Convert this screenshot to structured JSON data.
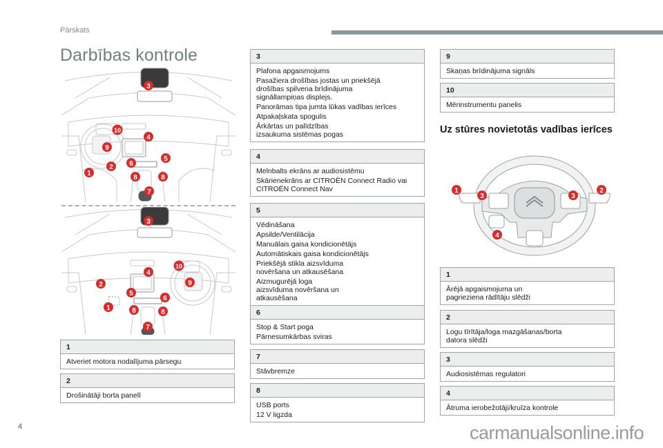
{
  "header": {
    "section_label": "Pārskats",
    "accent_bar_color": "#8c979c"
  },
  "page": {
    "title": "Darbības kontrole",
    "number": "4",
    "watermark": "carmanualsonline.info"
  },
  "illustrations": {
    "lhd_dashboard": {
      "icon": "car-interior-lhd-illustration",
      "markers": [
        "3",
        "10",
        "4",
        "9",
        "5",
        "6",
        "2",
        "1",
        "8",
        "8",
        "7"
      ]
    },
    "rhd_dashboard": {
      "icon": "car-interior-rhd-illustration",
      "markers": [
        "3",
        "10",
        "4",
        "9",
        "2",
        "5",
        "6",
        "1",
        "8",
        "8",
        "7"
      ]
    },
    "steering_wheel": {
      "icon": "steering-wheel-illustration",
      "markers": [
        "1",
        "3",
        "3",
        "2",
        "4"
      ]
    },
    "marker_color": "#d92b2b"
  },
  "dashboard_legend": [
    {
      "number": "1",
      "items": [
        "Atveriet motora nodalījuma pārsegu"
      ]
    },
    {
      "number": "2",
      "items": [
        "Drošinātāji borta panelī"
      ]
    },
    {
      "number": "3",
      "items": [
        "Plafona apgaismojums",
        "Pasažiera drošības jostas un priekšējā drošības spilvena brīdinājuma signāllampiņas displejs.",
        "Panorāmas tipa jumta lūkas vadības ierīces",
        "Atpakaļskata spogulis",
        "Ārkārtas un palīdzības izsaukuma sistēmas pogas"
      ]
    },
    {
      "number": "4",
      "items": [
        "Melnbalts ekrāns ar audiosistēmu",
        "Skārienekrāns ar CITROËN Connect Radio vai CITROËN Connect Nav"
      ]
    },
    {
      "number": "5",
      "items": [
        "Vēdināšana",
        "Apsilde/Ventilācija",
        "Manuālais gaisa kondicionētājs",
        "Automātiskais gaisa kondicionētājs",
        "Priekšējā stikla aizsvīduma novēršana un atkausēšana",
        "Aizmugurējā loga aizsvīduma novēršana un atkausēšana"
      ]
    },
    {
      "number": "6",
      "items": [
        "Stop & Start poga",
        "Pārnesumkārbas sviras"
      ]
    },
    {
      "number": "7",
      "items": [
        "Stāvbremze"
      ]
    },
    {
      "number": "8",
      "items": [
        "USB ports",
        "12 V ligzda"
      ]
    },
    {
      "number": "9",
      "items": [
        "Skaņas brīdinājuma signāls"
      ]
    },
    {
      "number": "10",
      "items": [
        "Mērinstrumentu panelis"
      ]
    }
  ],
  "steering_section": {
    "title": "Uz stūres novietotās vadības ierīces",
    "legend": [
      {
        "number": "1",
        "items": [
          "Ārējā apgaismojuma un pagrieziena rādītāju slēdži"
        ]
      },
      {
        "number": "2",
        "items": [
          "Logu tīrītāja/loga mazgāšanas/borta datora slēdži"
        ]
      },
      {
        "number": "3",
        "items": [
          "Audiosistēmas regulatori"
        ]
      },
      {
        "number": "4",
        "items": [
          "Ātruma ierobežotāji/kruīza kontrole"
        ]
      }
    ]
  }
}
